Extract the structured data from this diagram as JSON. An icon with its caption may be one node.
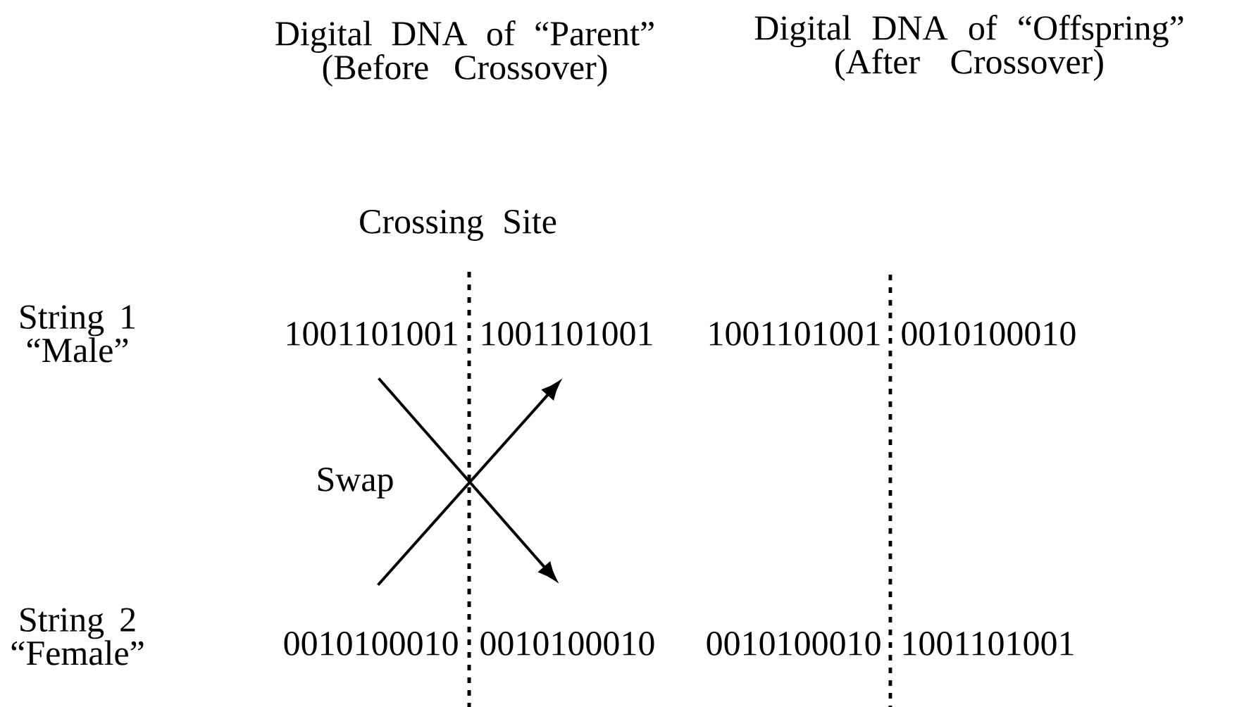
{
  "diagram": {
    "nodes": [
      {
        "text": [
          "1001101001"
        ]
      },
      {
        "text": [
          "1001101001"
        ]
      },
      {
        "text": [
          "0010100010"
        ]
      },
      {
        "text": [
          "0010100010"
        ]
      },
      {
        "text": [
          "1001101001"
        ]
      },
      {
        "text": [
          "0010100010"
        ]
      },
      {
        "text": [
          "0010100010"
        ]
      },
      {
        "text": [
          "1001101001"
        ]
      }
    ],
    "edges": [
      {
        "from": 0,
        "to": 3,
        "arrow": "to"
      },
      {
        "from": 2,
        "to": 1,
        "arrow": "to"
      }
    ],
    "labels": [
      "Digital DNA of “Parent” (Before Crossover)",
      "Digital DNA of “Offspring” (After Crossover)",
      "Crossing Site",
      "String 1 “Male”",
      "Swap",
      "String 2 “Female”"
    ]
  }
}
